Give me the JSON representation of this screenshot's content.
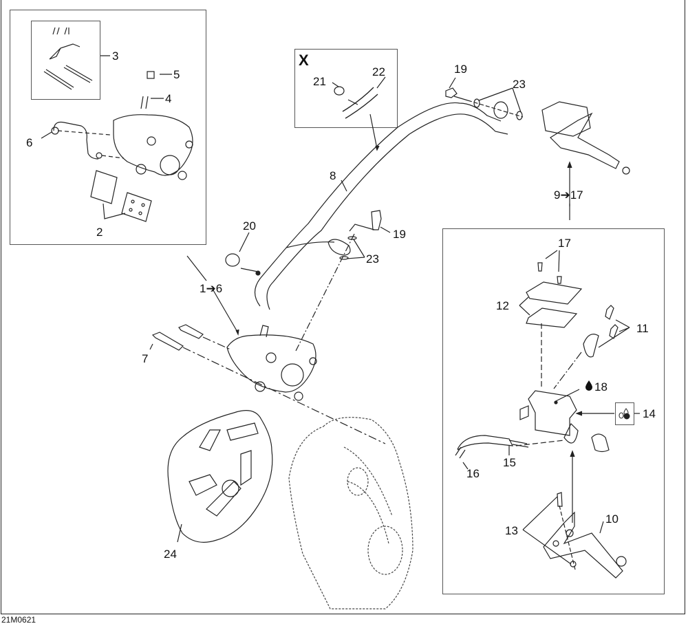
{
  "diagram_code": "21M0621",
  "inset_x_title": "X",
  "callouts": {
    "c1_6": "1➔6",
    "c2": "2",
    "c3": "3",
    "c4": "4",
    "c5": "5",
    "c6": "6",
    "c7": "7",
    "c8": "8",
    "c9_17": "9➔17",
    "c10": "10",
    "c11": "11",
    "c12": "12",
    "c13": "13",
    "c14": "14",
    "c15": "15",
    "c16": "16",
    "c17": "17",
    "c18": "18",
    "c19a": "19",
    "c19b": "19",
    "c20": "20",
    "c21": "21",
    "c22": "22",
    "c23a": "23",
    "c23b": "23",
    "c24": "24"
  },
  "icons": {
    "fluid_drop": "drop-icon",
    "seal_kit": "seal-kit-icon"
  }
}
